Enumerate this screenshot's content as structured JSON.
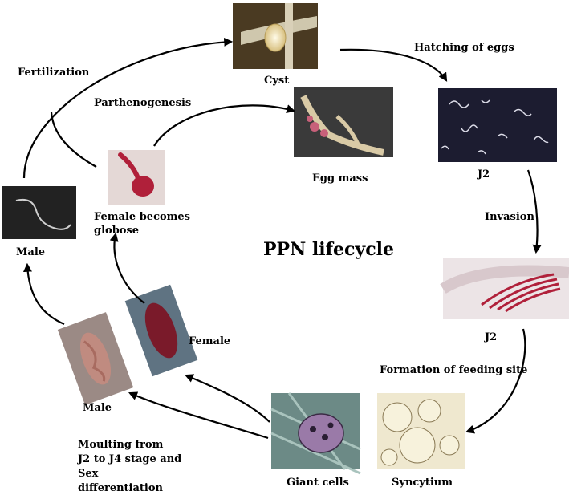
{
  "title": "PPN lifecycle",
  "stages": {
    "cyst": "Cyst",
    "egg_mass": "Egg mass",
    "j2_free": "J2",
    "j2_root": "J2",
    "giant_cells": "Giant cells",
    "syncytium": "Syncytium",
    "male_moult": "Male",
    "female_moult": "Female",
    "male_adult": "Male",
    "female_globose_1": "Female becomes",
    "female_globose_2": "globose"
  },
  "processes": {
    "fertilization": "Fertilization",
    "parthenogenesis": "Parthenogenesis",
    "hatching": "Hatching of eggs",
    "invasion": "Invasion",
    "feeding_site": "Formation of feeding site",
    "moulting_1": "Moulting  from",
    "moulting_2": "J2 to J4 stage and",
    "moulting_3": "Sex",
    "moulting_4": "differentiation"
  },
  "colors": {
    "nematode_red": "#b0203a",
    "background": "#ffffff"
  }
}
